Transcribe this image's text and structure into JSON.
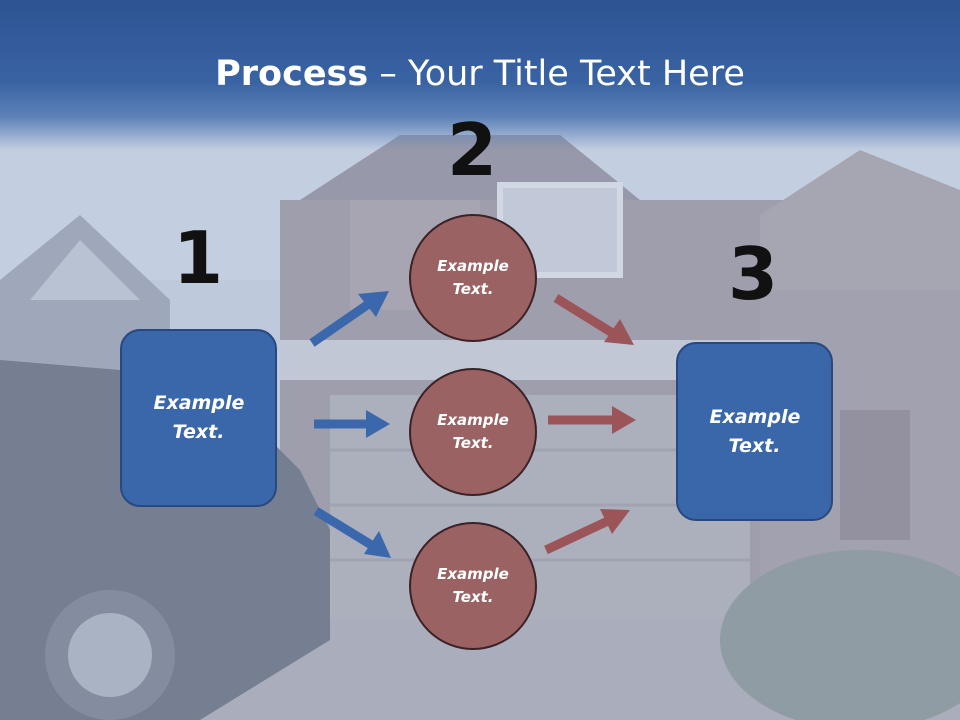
{
  "title": {
    "bold": "Process",
    "rest": " – Your Title Text Here"
  },
  "steps": {
    "n1": "1",
    "n2": "2",
    "n3": "3"
  },
  "left_box": {
    "text": "Example Text."
  },
  "right_box": {
    "text": "Example Text."
  },
  "circles": [
    {
      "text": "Example Text."
    },
    {
      "text": "Example Text."
    },
    {
      "text": "Example Text."
    }
  ],
  "colors": {
    "title_band": "#2d5393",
    "box_fill": "#3a66aa",
    "circle_fill": "#9a6263",
    "blue_arrow": "#3b67ad",
    "red_arrow": "#9b5558"
  }
}
